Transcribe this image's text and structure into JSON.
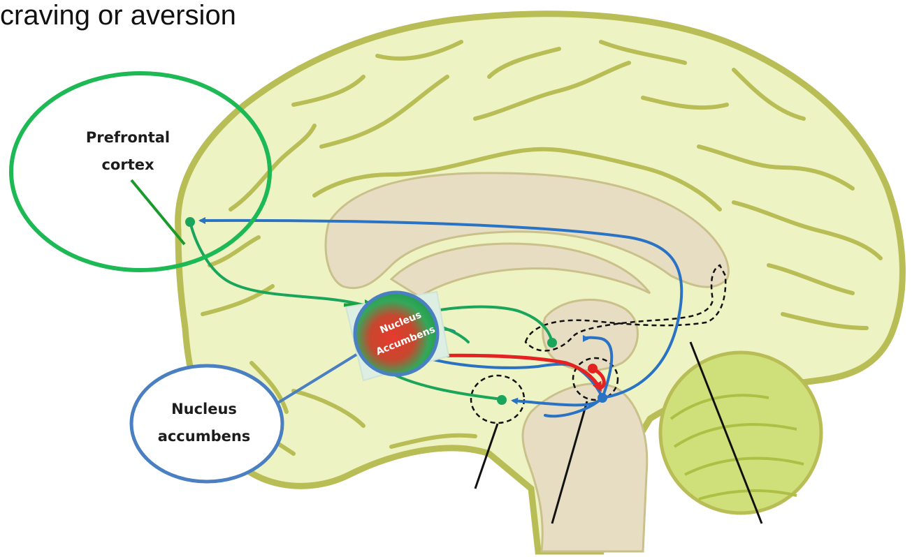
{
  "title": "craving or aversion",
  "labels": {
    "prefrontal_cortex": [
      "Prefrontal",
      "cortex"
    ],
    "nucleus_accumbens": [
      "Nucleus",
      "accumbens"
    ],
    "badge": [
      "Nucleus",
      "Accumbens"
    ]
  },
  "colors": {
    "brain_fill": "#eef3c4",
    "brain_outline": "#b8bd55",
    "inner_fill": "#e7ddc3",
    "cerebellum": "#cfe07a",
    "green_path": "#1aa55a",
    "blue_path": "#2a73c4",
    "red_path": "#e52222",
    "highlight_green": "#1db954",
    "highlight_blue": "#4a7fc2"
  }
}
